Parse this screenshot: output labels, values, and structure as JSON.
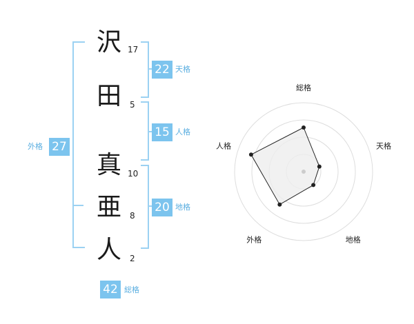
{
  "name_chars": [
    {
      "char": "沢",
      "strokes": "17"
    },
    {
      "char": "田",
      "strokes": "5"
    },
    {
      "char": "真",
      "strokes": "10"
    },
    {
      "char": "亜",
      "strokes": "8"
    },
    {
      "char": "人",
      "strokes": "2"
    }
  ],
  "kakusu": {
    "tenkaku": {
      "value": "22",
      "label": "天格"
    },
    "jinkaku": {
      "value": "15",
      "label": "人格"
    },
    "chikaku": {
      "value": "20",
      "label": "地格"
    },
    "gaikaku": {
      "value": "27",
      "label": "外格"
    },
    "soukaku": {
      "value": "42",
      "label": "総格"
    }
  },
  "chart_data": {
    "type": "radar",
    "axes": [
      "総格",
      "天格",
      "地格",
      "外格",
      "人格"
    ],
    "values": [
      0.64,
      0.24,
      0.24,
      0.59,
      0.8
    ],
    "rings": 4,
    "colors": {
      "fill": "#eeeeee",
      "line": "#222222",
      "grid": "#dddddd"
    }
  }
}
